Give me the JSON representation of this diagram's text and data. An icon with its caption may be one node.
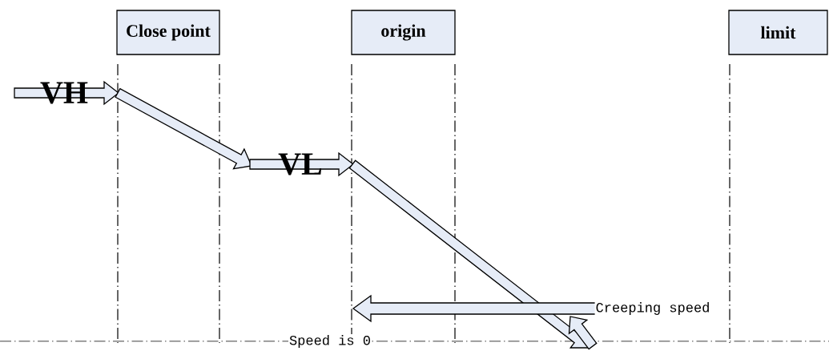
{
  "diagram": {
    "nodes": [
      {
        "text": [
          "Close point"
        ]
      },
      {
        "text": [
          "origin"
        ]
      },
      {
        "text": [
          "limit"
        ]
      }
    ],
    "labels": [
      "VH",
      "VL",
      "Creeping speed",
      "Speed is 0"
    ]
  }
}
